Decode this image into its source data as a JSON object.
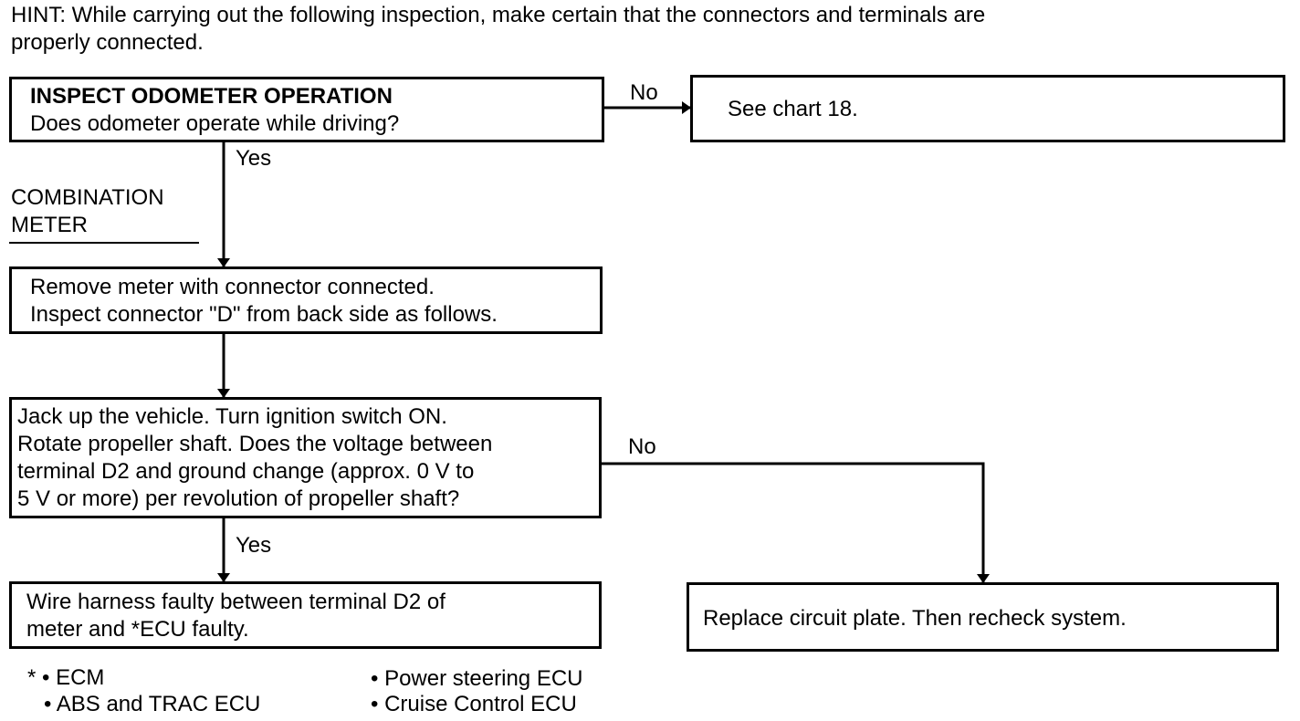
{
  "hint": {
    "line1": "HINT: While carrying out the following inspection, make certain that the connectors and terminals are",
    "line2": "properly connected."
  },
  "step1": {
    "title": "INSPECT ODOMETER OPERATION",
    "question": "Does odometer operate while driving?"
  },
  "chart_ref": {
    "text": "See chart 18."
  },
  "labels": {
    "no_1": "No",
    "yes_1": "Yes",
    "no_2": "No",
    "yes_2": "Yes"
  },
  "section_label": {
    "line1": "COMBINATION",
    "line2": "METER"
  },
  "step2": {
    "line1": "Remove meter with connector connected.",
    "line2": "Inspect connector \"D\" from back side as follows."
  },
  "step3": {
    "line1": "Jack up the vehicle. Turn ignition switch ON.",
    "line2": "Rotate propeller shaft. Does the voltage between",
    "line3": "terminal D2 and ground change (approx. 0 V to",
    "line4": "5 V or more) per revolution of propeller shaft?"
  },
  "result_yes": {
    "line1": "Wire harness faulty between terminal D2 of",
    "line2": "meter and *ECU faulty."
  },
  "result_no": {
    "text": "Replace circuit plate. Then recheck system."
  },
  "footnote": {
    "col1": [
      "* • ECM",
      "• ABS and TRAC ECU"
    ],
    "col2": [
      "• Power steering ECU",
      "• Cruise Control ECU"
    ]
  }
}
